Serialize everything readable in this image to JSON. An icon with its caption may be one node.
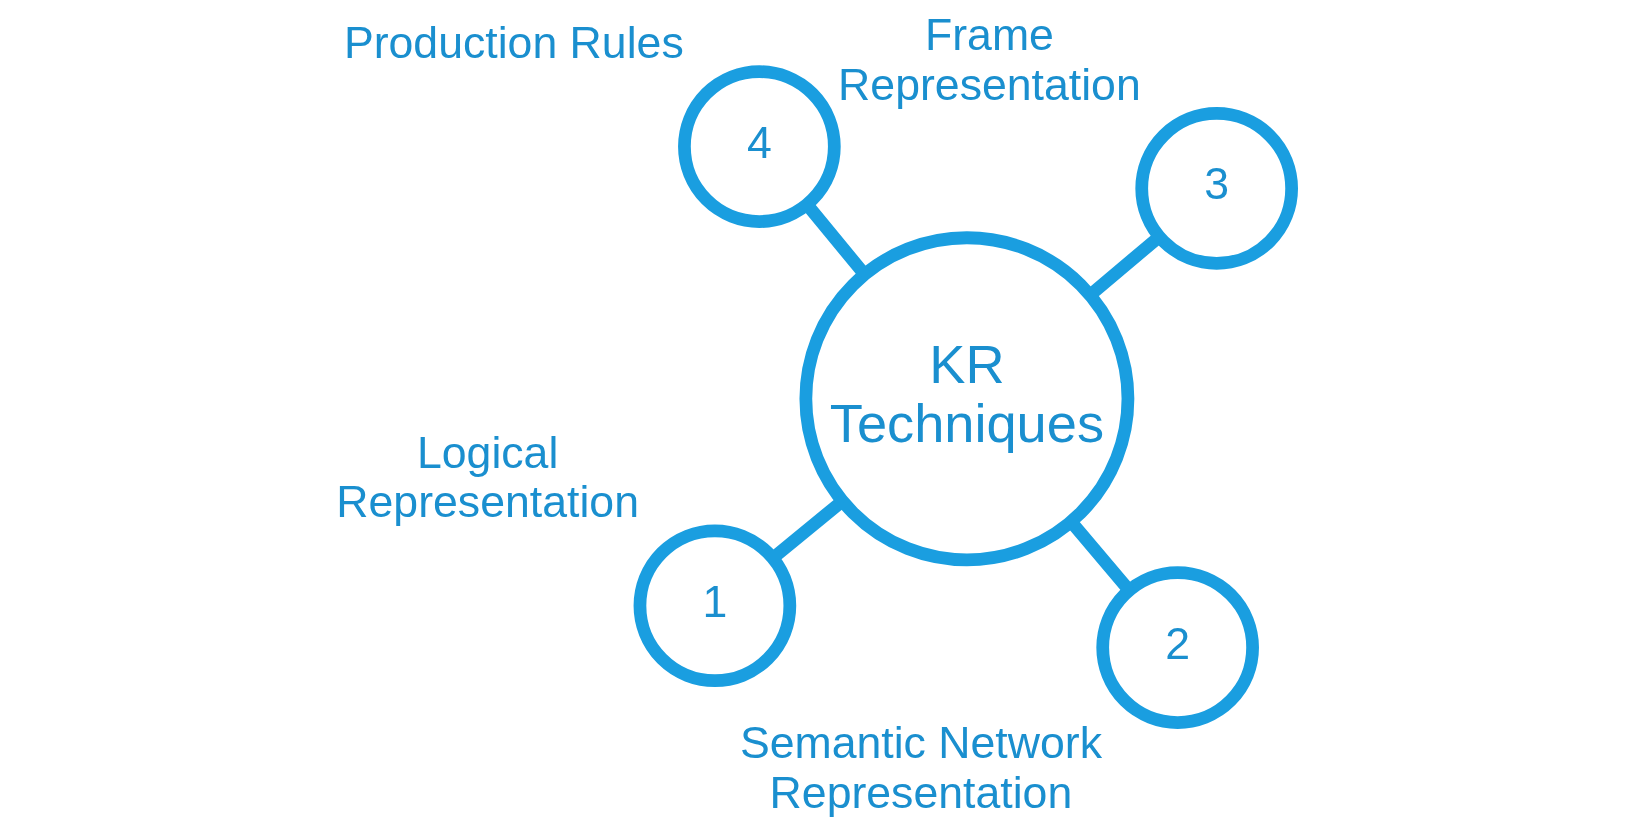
{
  "diagram": {
    "nodes": [
      {
        "text": [
          "1"
        ],
        "beside": [
          "Logical Representation"
        ]
      },
      {
        "text": [
          "2"
        ],
        "beside": [
          "Semantic Network Representation"
        ]
      },
      {
        "text": [
          "KR Techniques"
        ]
      },
      {
        "text": [
          "4"
        ],
        "beside": [
          "Production Rules"
        ]
      },
      {
        "text": [
          "3"
        ],
        "beside": [
          "Frame Representation"
        ]
      }
    ],
    "edges": [
      {
        "from": 2,
        "to": 0,
        "arrow": "none"
      },
      {
        "from": 2,
        "to": 1,
        "arrow": "none"
      },
      {
        "from": 2,
        "to": 4,
        "arrow": "none"
      },
      {
        "from": 2,
        "to": 3,
        "arrow": "none"
      }
    ]
  }
}
